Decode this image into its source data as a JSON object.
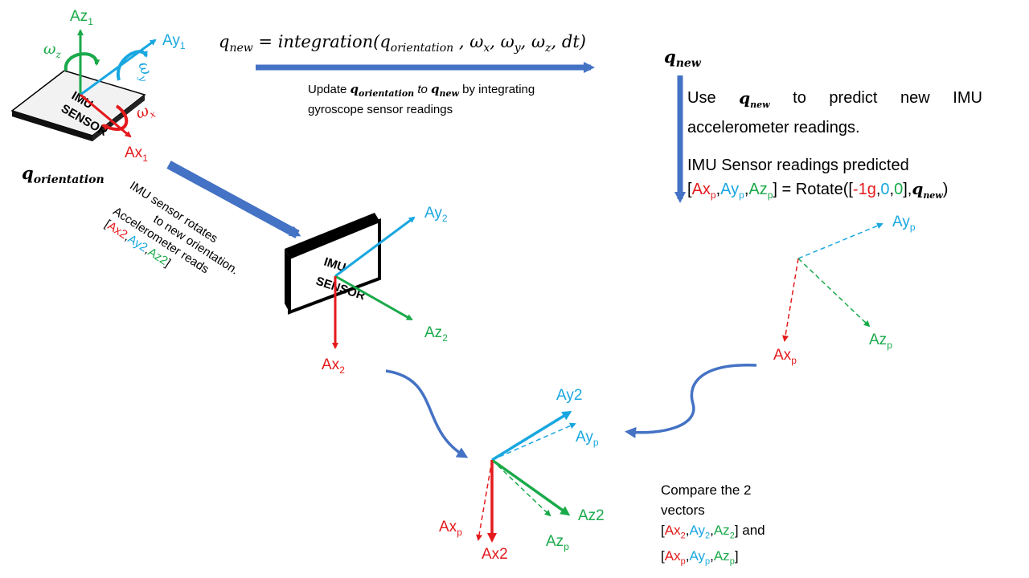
{
  "equation": {
    "lhs": "q",
    "lhs_sub": "new",
    "equals": " = ",
    "func": "integration(q",
    "func_sub": "orientation",
    "args": " , ω",
    "wx_sub": "x",
    "sep1": ", ω",
    "wy_sub": "y",
    "sep2": ", ω",
    "wz_sub": "z",
    "tail": ", dt)"
  },
  "update_caption": {
    "prefix": "Update ",
    "q": "q",
    "q_sub": "orientation",
    "to": " to ",
    "qn": "q",
    "qn_sub": "new",
    "suffix": " by integrating",
    "line2": "gyroscope sensor readings"
  },
  "q_new_label": {
    "q": "q",
    "sub": "new"
  },
  "q_orientation_label": {
    "q": "q",
    "sub": "orientation"
  },
  "sensor1": {
    "line1": "IMU",
    "line2": "SENSOR",
    "ax": "Ax",
    "ax_sub": "1",
    "ay": "Ay",
    "ay_sub": "1",
    "az": "Az",
    "az_sub": "1",
    "wx": "ω",
    "wx_sub": "x",
    "wy": "ω",
    "wy_sub": "y",
    "wz": "ω",
    "wz_sub": "z"
  },
  "rotate_caption": {
    "line1": "IMU sensor rotates",
    "line2": "to new orientation.",
    "line3": "Accelerometer reads",
    "open": "[",
    "ax2": "Ax2",
    "c1": ",",
    "ay2": "Ay2",
    "c2": ",",
    "az2": "Az2",
    "close": "]"
  },
  "sensor2": {
    "line1": "IMU",
    "line2": "SENSOR",
    "ax": "Ax",
    "ax_sub": "2",
    "ay": "Ay",
    "ay_sub": "2",
    "az": "Az",
    "az_sub": "2"
  },
  "predict_text": {
    "use": "Use ",
    "q": "q",
    "q_sub": "new",
    "rest": " to predict new IMU",
    "line2": "accelerometer readings.",
    "line3": "IMU Sensor readings predicted",
    "open": "[",
    "axp": "Ax",
    "axp_sub": "p",
    "c1": ",",
    "ayp": "Ay",
    "ayp_sub": "p",
    "c2": ",",
    "azp": "Az",
    "azp_sub": "p",
    "mid": "] = Rotate([",
    "g": "-1g",
    "c3": ",",
    "zero1": "0",
    "c4": ",",
    "zero2": "0",
    "close": "],",
    "qn": "q",
    "qn_sub": "new",
    "end": ")"
  },
  "predicted_axes": {
    "ax": "Ax",
    "ax_sub": "p",
    "ay": "Ay",
    "ay_sub": "p",
    "az": "Az",
    "az_sub": "p"
  },
  "compare_axes": {
    "ay2": "Ay2",
    "ayp": "Ay",
    "ayp_sub": "p",
    "az2": "Az2",
    "azp": "Az",
    "azp_sub": "p",
    "axp": "Ax",
    "axp_sub": "p",
    "ax2": "Ax2"
  },
  "compare_text": {
    "line1": "Compare the 2",
    "line2": "vectors",
    "open1": "[",
    "ax": "Ax",
    "ax_sub": "2",
    "c1": ",",
    "ay": "Ay",
    "ay_sub": "2",
    "c2": ",",
    "az": "Az",
    "az_sub": "2",
    "close1": "] and",
    "open2": "[",
    "axp": "Ax",
    "axp_sub": "p",
    "c3": ",",
    "ayp": "Ay",
    "ayp_sub": "p",
    "c4": ",",
    "azp": "Az",
    "azp_sub": "p",
    "close2": "]"
  },
  "colors": {
    "x_axis": "#e41a1c",
    "y_axis": "#19a7e0",
    "z_axis": "#1aaa4a",
    "flow_arrow": "#4472c4",
    "flow_arrow_border": "#2f528f"
  }
}
